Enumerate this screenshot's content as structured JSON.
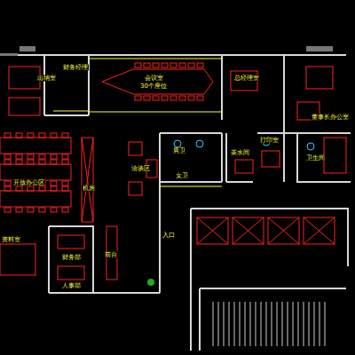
{
  "diagram": {
    "labels": [
      "出纳室",
      "财务经理",
      "会议室",
      "30个座位",
      "总经理室",
      "董事长办公室",
      "开放办公区",
      "洽谈区",
      "男卫",
      "女卫",
      "茶水间",
      "打印室",
      "卫生间",
      "机房",
      "入口",
      "前台",
      "资料室",
      "财务部",
      "人事部"
    ]
  }
}
